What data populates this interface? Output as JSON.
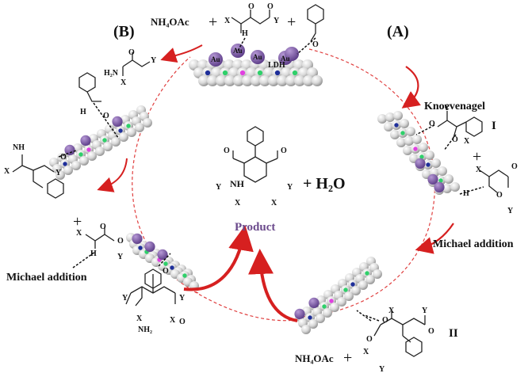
{
  "labels": {
    "route_b": "(B)",
    "route_a": "(A)",
    "nh4oac_top": "NH₄OAc",
    "nh4oac_bottom": "NH₄OAc",
    "plus": "+",
    "water": "+ H₂O",
    "product": "Product",
    "knoevenagel": "Knoevenagel",
    "intermediate_1": "I",
    "intermediate_2": "II",
    "michael_right": "Michael addition",
    "michael_left": "Michael addition",
    "ldh": "LDH",
    "au": "Au"
  },
  "atoms": {
    "x": "X",
    "y": "Y",
    "o": "O",
    "h": "H",
    "nh": "NH",
    "nh2": "NH₂",
    "h2n": "H₂N",
    "n_h": "N\nH"
  },
  "colors": {
    "arrow_red": "#d62020",
    "cycle_dash": "#e04040",
    "au_purple": "#7b5aa6",
    "green_dot": "#2fd06a",
    "magenta_dot": "#e040e0",
    "blue_dot": "#1f2f9a",
    "product_purple": "#6b4a8c"
  }
}
